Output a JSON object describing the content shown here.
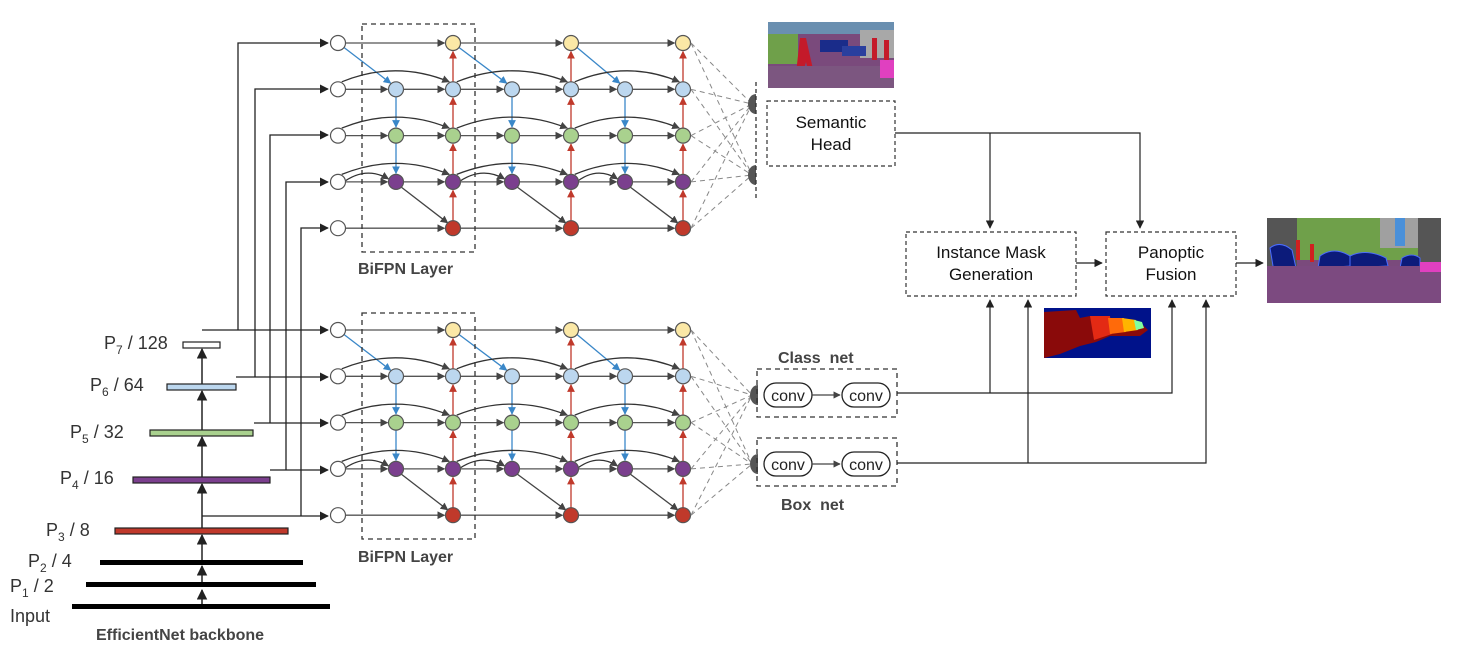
{
  "backbone": {
    "title": "EfficientNet backbone",
    "levels": [
      {
        "base": "P",
        "sub": "7",
        "rest": " / 128",
        "color": "#ffffff"
      },
      {
        "base": "P",
        "sub": "6",
        "rest": " / 64",
        "color": "#bcd7ef"
      },
      {
        "base": "P",
        "sub": "5",
        "rest": " / 32",
        "color": "#a9d18e"
      },
      {
        "base": "P",
        "sub": "4",
        "rest": " / 16",
        "color": "#7b3f8e"
      },
      {
        "base": "P",
        "sub": "3",
        "rest": " / 8",
        "color": "#c0392b"
      },
      {
        "base": "P",
        "sub": "2",
        "rest": " / 4",
        "color": "#000000"
      },
      {
        "base": "P",
        "sub": "1",
        "rest": " / 2",
        "color": "#000000"
      }
    ],
    "input_label": "Input"
  },
  "bifpn": {
    "label": "BiFPN Layer"
  },
  "node_colors": {
    "p7": "#fbe8a6",
    "p6": "#bcd7ef",
    "p5": "#a9d18e",
    "p4": "#7b3f8e",
    "p3": "#c0392b",
    "input": "#ffffff",
    "top_down_arrow": "#3a87c8",
    "bottom_up_arrow": "#c0392b"
  },
  "heads": {
    "semantic": {
      "line1": "Semantic",
      "line2": "Head"
    },
    "class_net": {
      "title": "Class  net",
      "conv1": "conv",
      "conv2": "conv"
    },
    "box_net": {
      "title": "Box  net",
      "conv1": "conv",
      "conv2": "conv"
    }
  },
  "fusion": {
    "instance": {
      "line1": "Instance Mask",
      "line2": "Generation"
    },
    "panoptic": {
      "line1": "Panoptic",
      "line2": "Fusion"
    }
  }
}
